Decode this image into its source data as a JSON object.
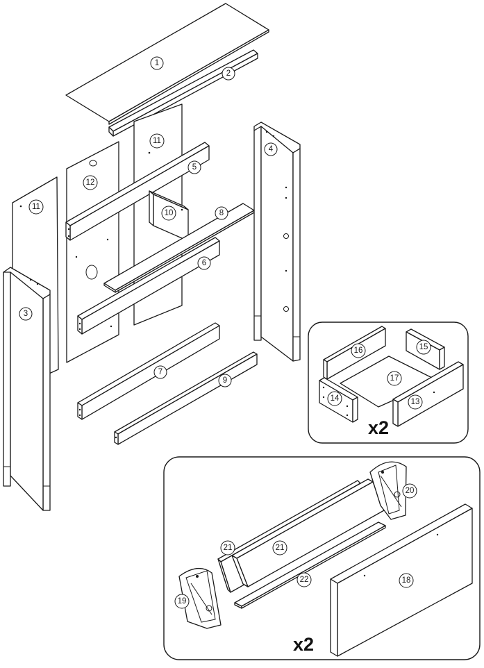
{
  "parts": {
    "p1": "1",
    "p2": "2",
    "p3": "3",
    "p4": "4",
    "p5": "5",
    "p6": "6",
    "p7": "7",
    "p8": "8",
    "p9": "9",
    "p10": "10",
    "p11a": "11",
    "p11b": "11",
    "p12": "12",
    "p13": "13",
    "p14": "14",
    "p15": "15",
    "p16": "16",
    "p17": "17",
    "p18": "18",
    "p19": "19",
    "p20": "20",
    "p21a": "21",
    "p21b": "21",
    "p22": "22"
  },
  "drawer_box": {
    "quantity": "x2"
  },
  "flip_box": {
    "quantity": "x2"
  }
}
